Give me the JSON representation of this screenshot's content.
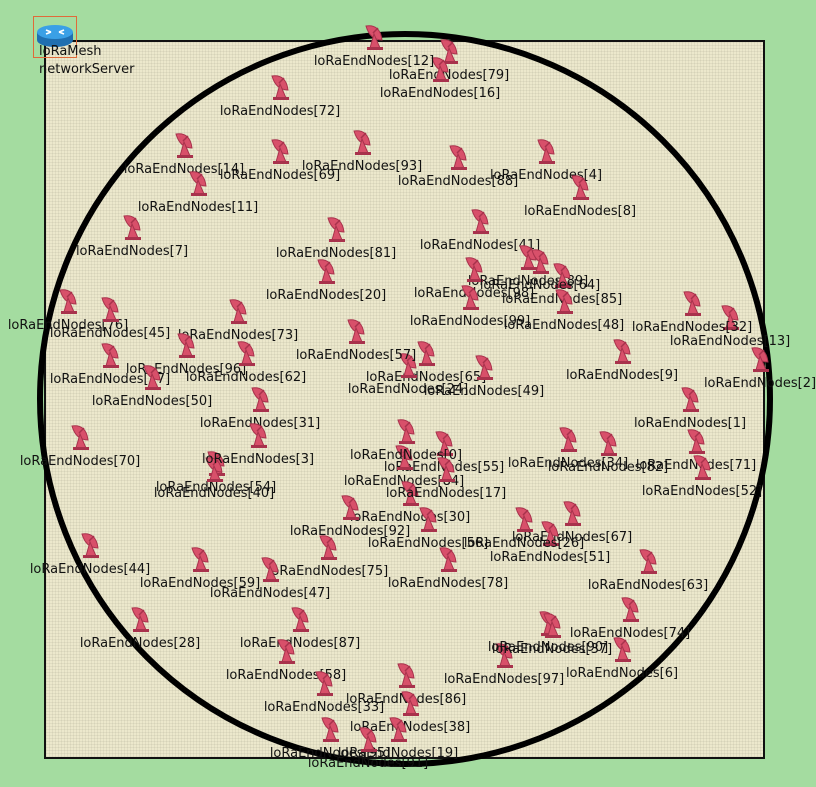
{
  "router": {
    "name": "loRaMesh",
    "caption": "networkServer"
  },
  "node_prefix": "loRaEndNodes",
  "nodes": [
    {
      "id": 79,
      "label": "loRaEndNodes[79]"
    },
    {
      "id": 16,
      "label": "loRaEndNodes[16]"
    },
    {
      "id": 72,
      "label": "loRaEndNodes[72]"
    },
    {
      "id": 93,
      "label": "loRaEndNodes[93]"
    },
    {
      "id": 88,
      "label": "loRaEndNodes[88]"
    },
    {
      "id": 14,
      "label": "loRaEndNodes[14]"
    },
    {
      "id": 69,
      "label": "loRaEndNodes[69]"
    },
    {
      "id": 4,
      "label": "loRaEndNodes[4]"
    },
    {
      "id": 11,
      "label": "loRaEndNodes[11]"
    },
    {
      "id": 41,
      "label": "loRaEndNodes[41]"
    },
    {
      "id": 8,
      "label": "loRaEndNodes[8]"
    },
    {
      "id": 7,
      "label": "loRaEndNodes[7]"
    },
    {
      "id": 81,
      "label": "loRaEndNodes[81]"
    },
    {
      "id": 89,
      "label": "loRaEndNodes[89]"
    },
    {
      "id": 98,
      "label": "loRaEndNodes[98]"
    },
    {
      "id": 85,
      "label": "loRaEndNodes[85]"
    },
    {
      "id": 64,
      "label": "loRaEndNodes[64]"
    },
    {
      "id": 20,
      "label": "loRaEndNodes[20]"
    },
    {
      "id": 99,
      "label": "loRaEndNodes[99]"
    },
    {
      "id": 76,
      "label": "loRaEndNodes[76]"
    },
    {
      "id": 45,
      "label": "loRaEndNodes[45]"
    },
    {
      "id": 48,
      "label": "loRaEndNodes[48]"
    },
    {
      "id": 13,
      "label": "loRaEndNodes[13]"
    },
    {
      "id": 32,
      "label": "loRaEndNodes[32]"
    },
    {
      "id": 73,
      "label": "loRaEndNodes[73]"
    },
    {
      "id": 2,
      "label": "loRaEndNodes[2]"
    },
    {
      "id": 96,
      "label": "loRaEndNodes[96]"
    },
    {
      "id": 65,
      "label": "loRaEndNodes[65]"
    },
    {
      "id": 62,
      "label": "loRaEndNodes[62]"
    },
    {
      "id": 24,
      "label": "loRaEndNodes[24]"
    },
    {
      "id": 9,
      "label": "loRaEndNodes[9]"
    },
    {
      "id": 1,
      "label": "loRaEndNodes[1]"
    },
    {
      "id": 77,
      "label": "loRaEndNodes[77]"
    },
    {
      "id": 50,
      "label": "loRaEndNodes[50]"
    },
    {
      "id": 49,
      "label": "loRaEndNodes[49]"
    },
    {
      "id": 31,
      "label": "loRaEndNodes[31]"
    },
    {
      "id": 71,
      "label": "loRaEndNodes[71]"
    },
    {
      "id": 34,
      "label": "loRaEndNodes[34]"
    },
    {
      "id": 70,
      "label": "loRaEndNodes[70]"
    },
    {
      "id": 54,
      "label": "loRaEndNodes[54]"
    },
    {
      "id": 55,
      "label": "loRaEndNodes[55]"
    },
    {
      "id": 82,
      "label": "loRaEndNodes[82]"
    },
    {
      "id": 52,
      "label": "loRaEndNodes[52]"
    },
    {
      "id": 84,
      "label": "loRaEndNodes[84]"
    },
    {
      "id": 30,
      "label": "loRaEndNodes[30]"
    },
    {
      "id": 40,
      "label": "loRaEndNodes[40]"
    },
    {
      "id": 56,
      "label": "loRaEndNodes[56]"
    },
    {
      "id": 92,
      "label": "loRaEndNodes[92]"
    },
    {
      "id": 67,
      "label": "loRaEndNodes[67]"
    },
    {
      "id": 75,
      "label": "loRaEndNodes[75]"
    },
    {
      "id": 51,
      "label": "loRaEndNodes[51]"
    },
    {
      "id": 44,
      "label": "loRaEndNodes[44]"
    },
    {
      "id": 47,
      "label": "loRaEndNodes[47]"
    },
    {
      "id": 59,
      "label": "loRaEndNodes[59]"
    },
    {
      "id": 78,
      "label": "loRaEndNodes[78]"
    },
    {
      "id": 63,
      "label": "loRaEndNodes[63]"
    },
    {
      "id": 87,
      "label": "loRaEndNodes[87]"
    },
    {
      "id": 28,
      "label": "loRaEndNodes[28]"
    },
    {
      "id": 58,
      "label": "loRaEndNodes[58]"
    },
    {
      "id": 74,
      "label": "loRaEndNodes[74]"
    },
    {
      "id": 97,
      "label": "loRaEndNodes[97]"
    },
    {
      "id": 86,
      "label": "loRaEndNodes[86]"
    },
    {
      "id": 6,
      "label": "loRaEndNodes[6]"
    },
    {
      "id": 33,
      "label": "loRaEndNodes[33]"
    },
    {
      "id": 90,
      "label": "loRaEndNodes[90]"
    },
    {
      "id": 38,
      "label": "loRaEndNodes[38]"
    },
    {
      "id": 95,
      "label": "loRaEndNodes[95]"
    },
    {
      "id": 19,
      "label": "loRaEndNodes[19]"
    },
    {
      "id": 91,
      "label": "loRaEndNodes[91]"
    },
    {
      "id": 0,
      "label": "loRaEndNodes[0]"
    },
    {
      "id": 17,
      "label": "loRaEndNodes[17]"
    },
    {
      "id": 26,
      "label": "loRaEndNodes[26]"
    },
    {
      "id": 37,
      "label": "loRaEndNodes[37]"
    },
    {
      "id": 3,
      "label": "loRaEndNodes[3]"
    },
    {
      "id": 57,
      "label": "loRaEndNodes[57]"
    },
    {
      "id": 12,
      "label": "loRaEndNodes[12]"
    }
  ],
  "colors": {
    "background": "#a4dca0",
    "field": "#ece8cc",
    "node": "#d8506a",
    "node_dark": "#a8324c",
    "router": "#2f8fd8",
    "router_frame": "#e06a3a"
  }
}
